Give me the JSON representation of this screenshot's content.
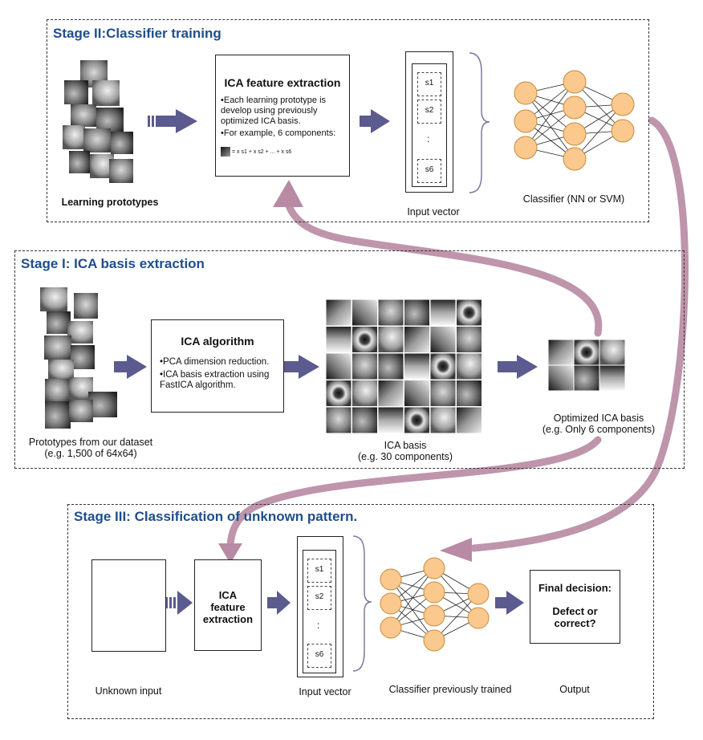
{
  "stage2": {
    "title": "Stage II:Classifier training",
    "learning_label": "Learning prototypes",
    "ica_title": "ICA feature extraction",
    "ica_bullets": [
      "•Each learning prototype is develop using previously optimized ICA basis.",
      "•For example, 6 components:"
    ],
    "equation": "= x s1 + x s2 + ... + x s6",
    "input_vector_label": "Input vector",
    "components": [
      "s1",
      "s2",
      ":",
      "s6"
    ],
    "classifier_label": "Classifier (NN or SVM)"
  },
  "stage1": {
    "title": "Stage I: ICA basis extraction",
    "prototypes_label": [
      "Prototypes from our dataset",
      "(e.g. 1,500 of 64x64)"
    ],
    "algo_title": "ICA algorithm",
    "algo_bullets": [
      "•PCA dimension reduction.",
      "•ICA basis extraction using FastICA algorithm."
    ],
    "basis_label": [
      "ICA basis",
      "(e.g. 30 components)"
    ],
    "optimized_label": [
      "Optimized ICA basis",
      "(e.g. Only 6 components)"
    ]
  },
  "stage3": {
    "title": "Stage III: Classification of unknown pattern.",
    "unknown_label": "Unknown input",
    "ica_title": [
      "ICA",
      "feature",
      "extraction"
    ],
    "input_vector_label": "Input vector",
    "components": [
      "s1",
      "s2",
      ":",
      "s6"
    ],
    "classifier_label": "Classifier previously trained",
    "final_title": "Final decision:",
    "final_question": [
      "Defect or",
      "correct?"
    ],
    "output_label": "Output"
  },
  "colors": {
    "stage_title": "#1f4e8c",
    "arrow_blue": "#5b5b8f",
    "arrow_mauve": "#b88aa3",
    "node_fill": "#fbc98e",
    "node_stroke": "#c58a3c"
  }
}
